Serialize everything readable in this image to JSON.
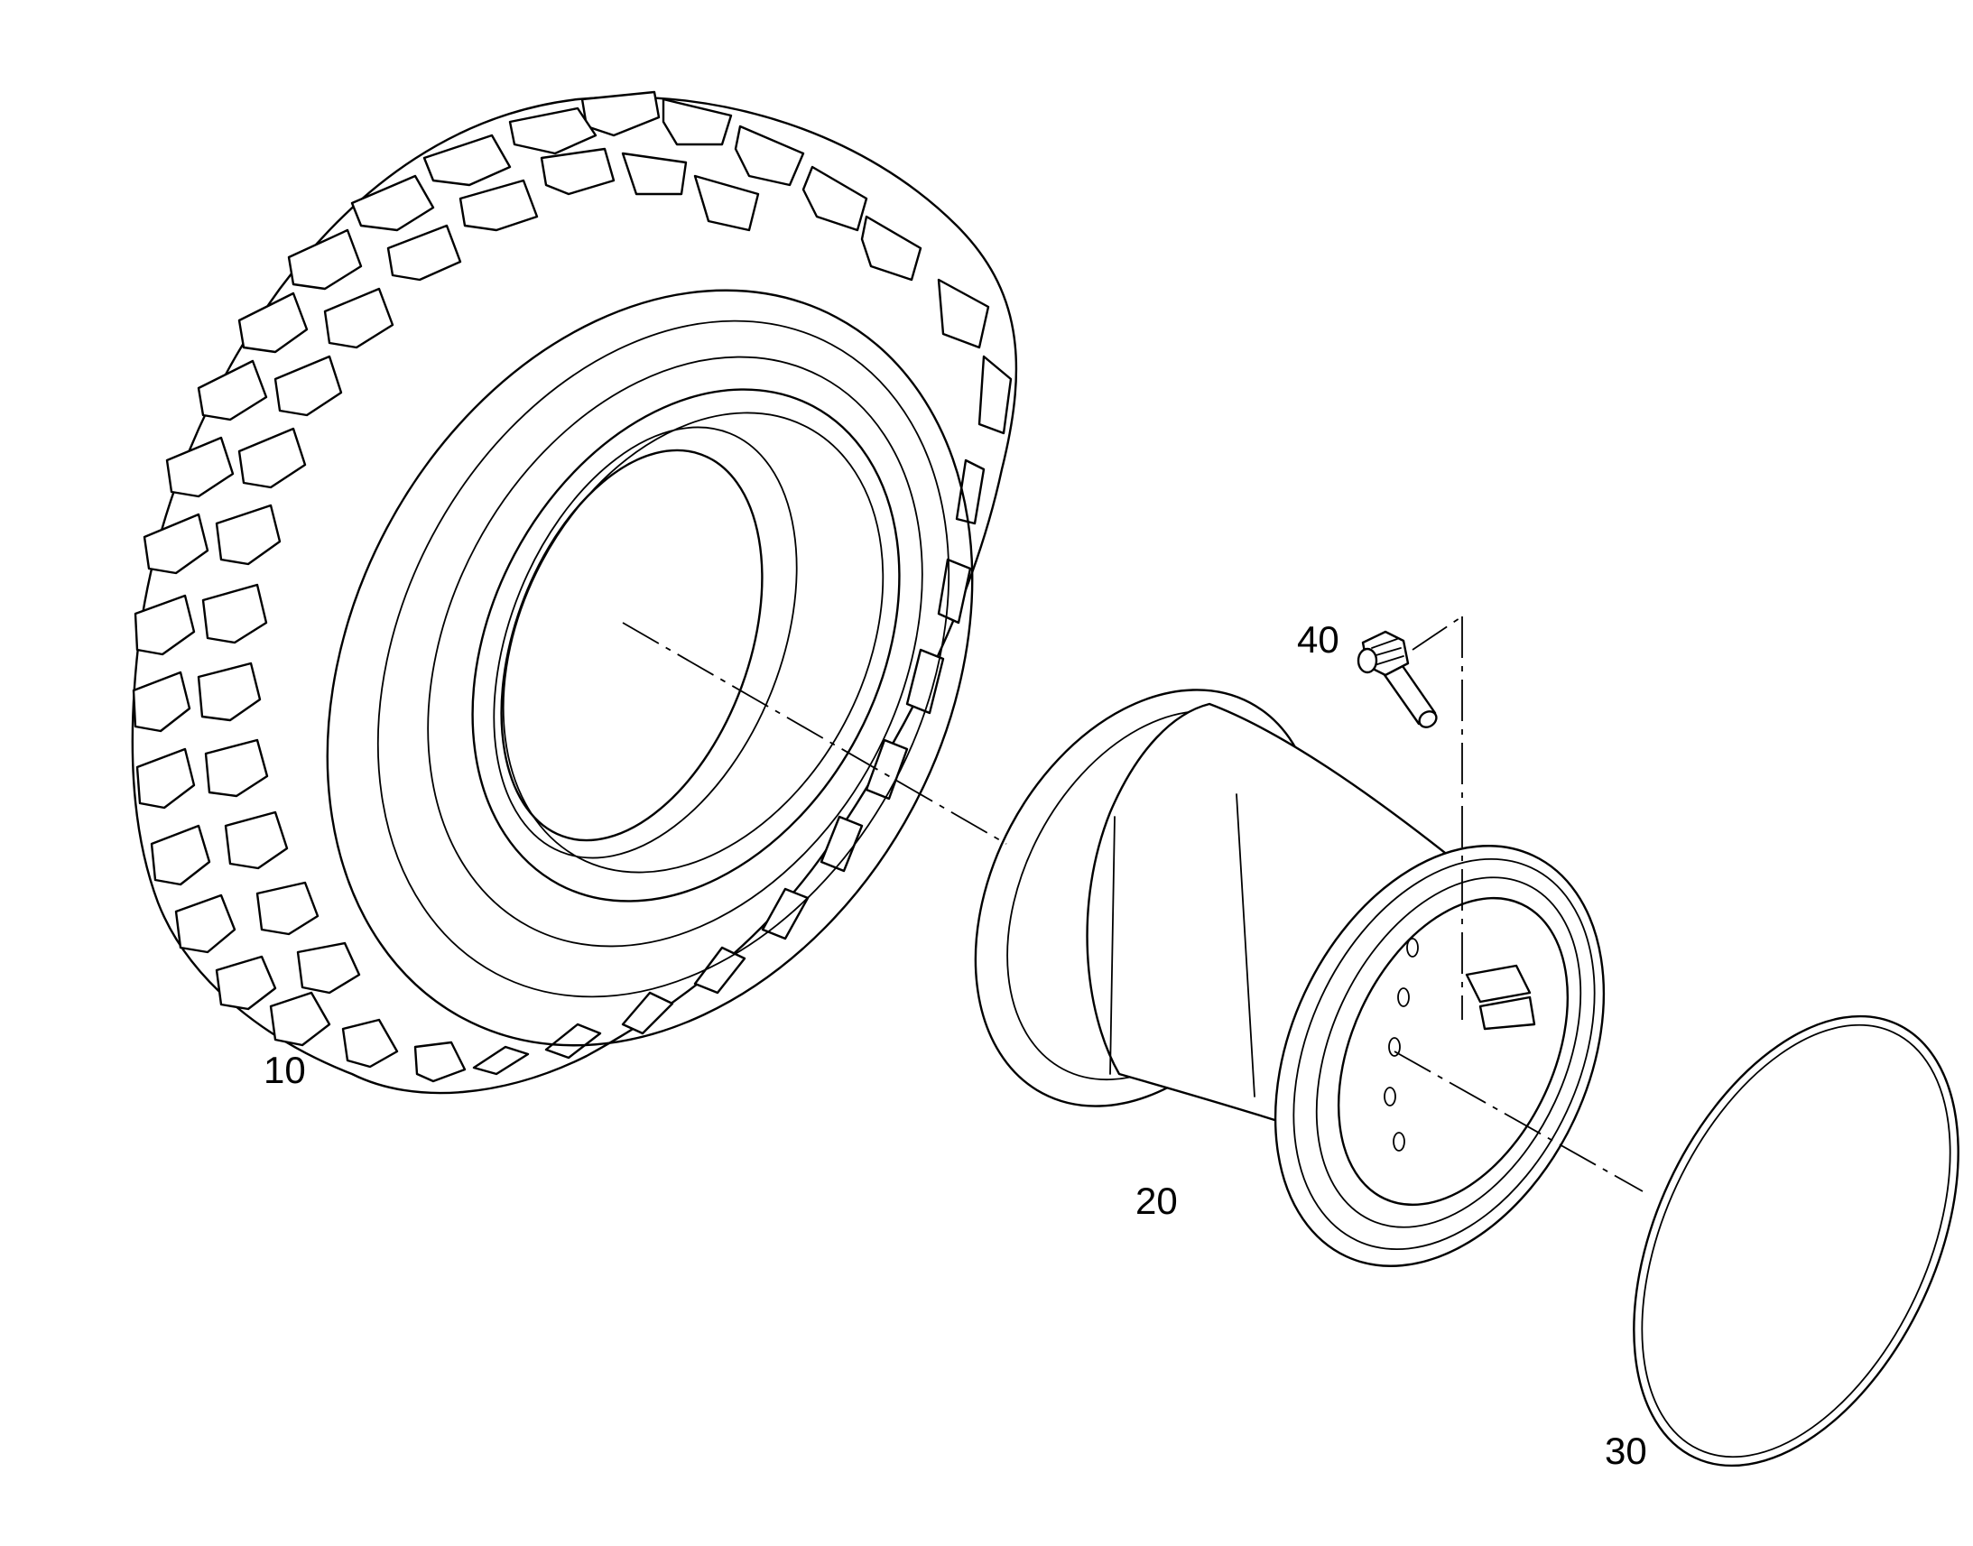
{
  "callouts": [
    {
      "id": "tire",
      "label": "10"
    },
    {
      "id": "rim",
      "label": "20"
    },
    {
      "id": "o-ring",
      "label": "30"
    },
    {
      "id": "valve",
      "label": "40"
    }
  ],
  "colors": {
    "background": "#ffffff",
    "linework": "#000000"
  }
}
